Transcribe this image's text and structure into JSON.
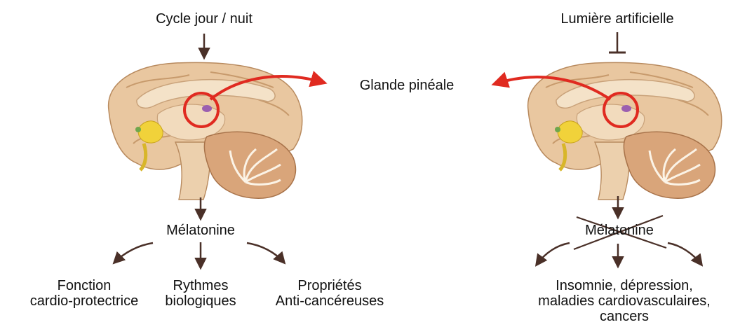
{
  "left": {
    "input": "Cycle jour / nuit",
    "hormone": "Mélatonine",
    "effects": [
      {
        "lines": [
          "Fonction",
          "cardio-protectrice"
        ]
      },
      {
        "lines": [
          "Rythmes",
          "biologiques"
        ]
      },
      {
        "lines": [
          "Propriétés",
          "Anti-cancéreuses"
        ]
      }
    ]
  },
  "center": {
    "organ_label": "Glande pinéale"
  },
  "right": {
    "input": "Lumière artificielle",
    "hormone": "Mélatonine",
    "hormone_state": "crossed-out",
    "effects": [
      {
        "lines": [
          "Insomnie, dépression,",
          "maladies cardiovasculaires,",
          "cancers"
        ]
      }
    ]
  },
  "colors": {
    "arrow": "#4a3028",
    "highlight": "#e02a20",
    "brain_tissue": "#e9c7a0",
    "pineal": "#9b5fb0"
  },
  "icons": {
    "left_brain": "brain-sagittal-section-icon",
    "right_brain": "brain-sagittal-section-icon",
    "activation_arrow": "down-arrow-icon",
    "inhibition_arrow": "inhibition-t-bar-icon"
  }
}
